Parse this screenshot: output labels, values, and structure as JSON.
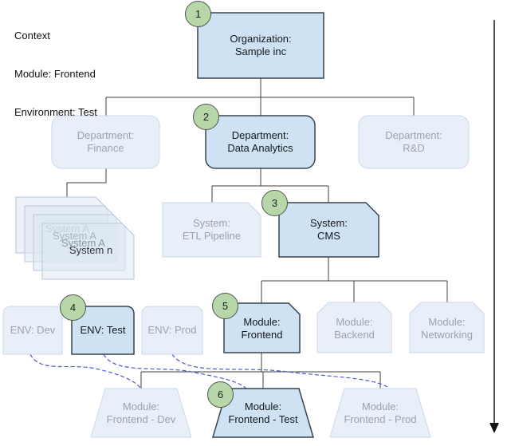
{
  "context": {
    "title": "Context",
    "module": "Module: Frontend",
    "environment": "Environment: Test"
  },
  "steps": [
    "1",
    "2",
    "3",
    "4",
    "5",
    "6"
  ],
  "nodes": {
    "organization": "Organization:\nSample inc",
    "dept_finance": "Department:\nFinance",
    "dept_data_analytics": "Department:\nData Analytics",
    "dept_rd": "Department:\nR&D",
    "system_stack": [
      "System A",
      "System A",
      "System A",
      "System n"
    ],
    "system_etl": "System:\nETL Pipeline",
    "system_cms": "System:\nCMS",
    "env_dev": "ENV: Dev",
    "env_test": "ENV: Test",
    "env_prod": "ENV: Prod",
    "module_frontend": "Module:\nFrontend",
    "module_backend": "Module:\nBackend",
    "module_networking": "Module:\nNetworking",
    "module_frontend_dev": "Module:\nFrontend - Dev",
    "module_frontend_test": "Module:\nFrontend - Test",
    "module_frontend_prod": "Module:\nFrontend - Prod"
  },
  "colors": {
    "active_fill": "#cfe2f3",
    "active_stroke": "#39434d",
    "inactive_fill": "#e9eff8",
    "inactive_stroke": "#ccd8e8",
    "inactive_text": "#9aa3ad",
    "step_fill": "#b7d7a8",
    "connector": "#3f3f3f",
    "flow_dashed": "#4d56d8",
    "arrow": "#141414"
  }
}
